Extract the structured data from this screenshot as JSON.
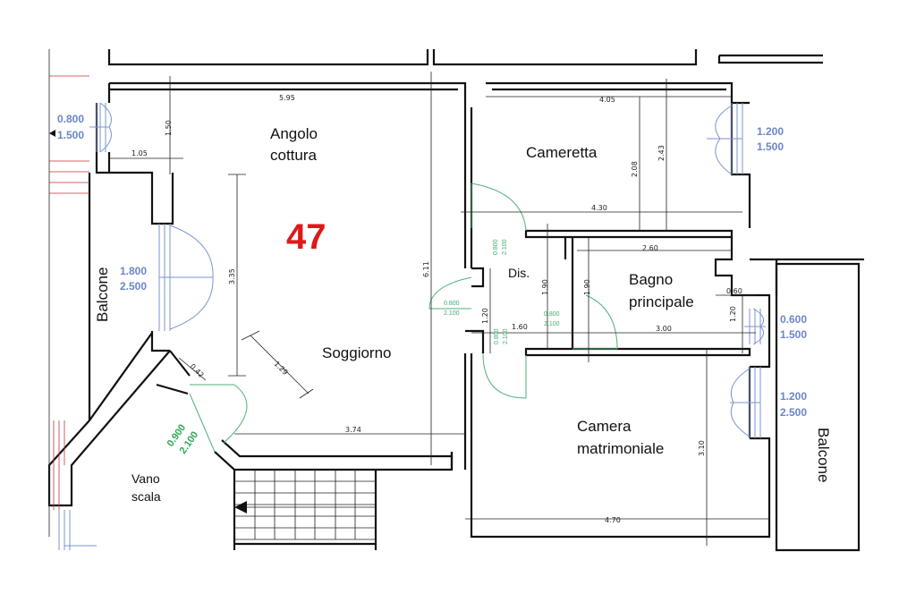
{
  "unit_number": "47",
  "rooms": {
    "angolo_line1": "Angolo",
    "angolo_line2": "cottura",
    "cameretta": "Cameretta",
    "soggiorno": "Soggiorno",
    "dis": "Dis.",
    "bagno_line1": "Bagno",
    "bagno_line2": "principale",
    "camera_line1": "Camera",
    "camera_line2": "matrimoniale",
    "vano_line1": "Vano",
    "vano_line2": "scala",
    "balcone_left": "Balcone",
    "balcone_right": "Balcone"
  },
  "dimensions": {
    "d595": "5.95",
    "d405": "4.05",
    "d150": "1.50",
    "d105": "1.05",
    "d208": "2.08",
    "d243": "2.43",
    "d430": "4.30",
    "d260": "2.60",
    "d335": "3.35",
    "d611": "6.11",
    "d190a": "1.90",
    "d190b": "1.90",
    "d060": "0.60",
    "d120a": "1.20",
    "d160": "1.60",
    "d300": "3.00",
    "d120b": "1.20",
    "d129": "1.29",
    "d042": "0.42",
    "d374": "3.74",
    "d310": "3.10",
    "d470": "4.70"
  },
  "windows": {
    "w1a": "0.800",
    "w1b": "1.500",
    "w2a": "1.200",
    "w2b": "1.500",
    "w3a": "1.800",
    "w3b": "2.500",
    "w4a": "0.600",
    "w4b": "1.500",
    "w5a": "1.200",
    "w5b": "2.500"
  },
  "doors": {
    "entry_a": "0.900",
    "entry_b": "2.100",
    "dc_a": "0.800",
    "dc_b": "2.100",
    "ds_a": "0.800",
    "ds_b": "2.100",
    "db_a": "0.800",
    "db_b": "2.100",
    "dm_a": "0.800",
    "dm_b": "2.100"
  }
}
